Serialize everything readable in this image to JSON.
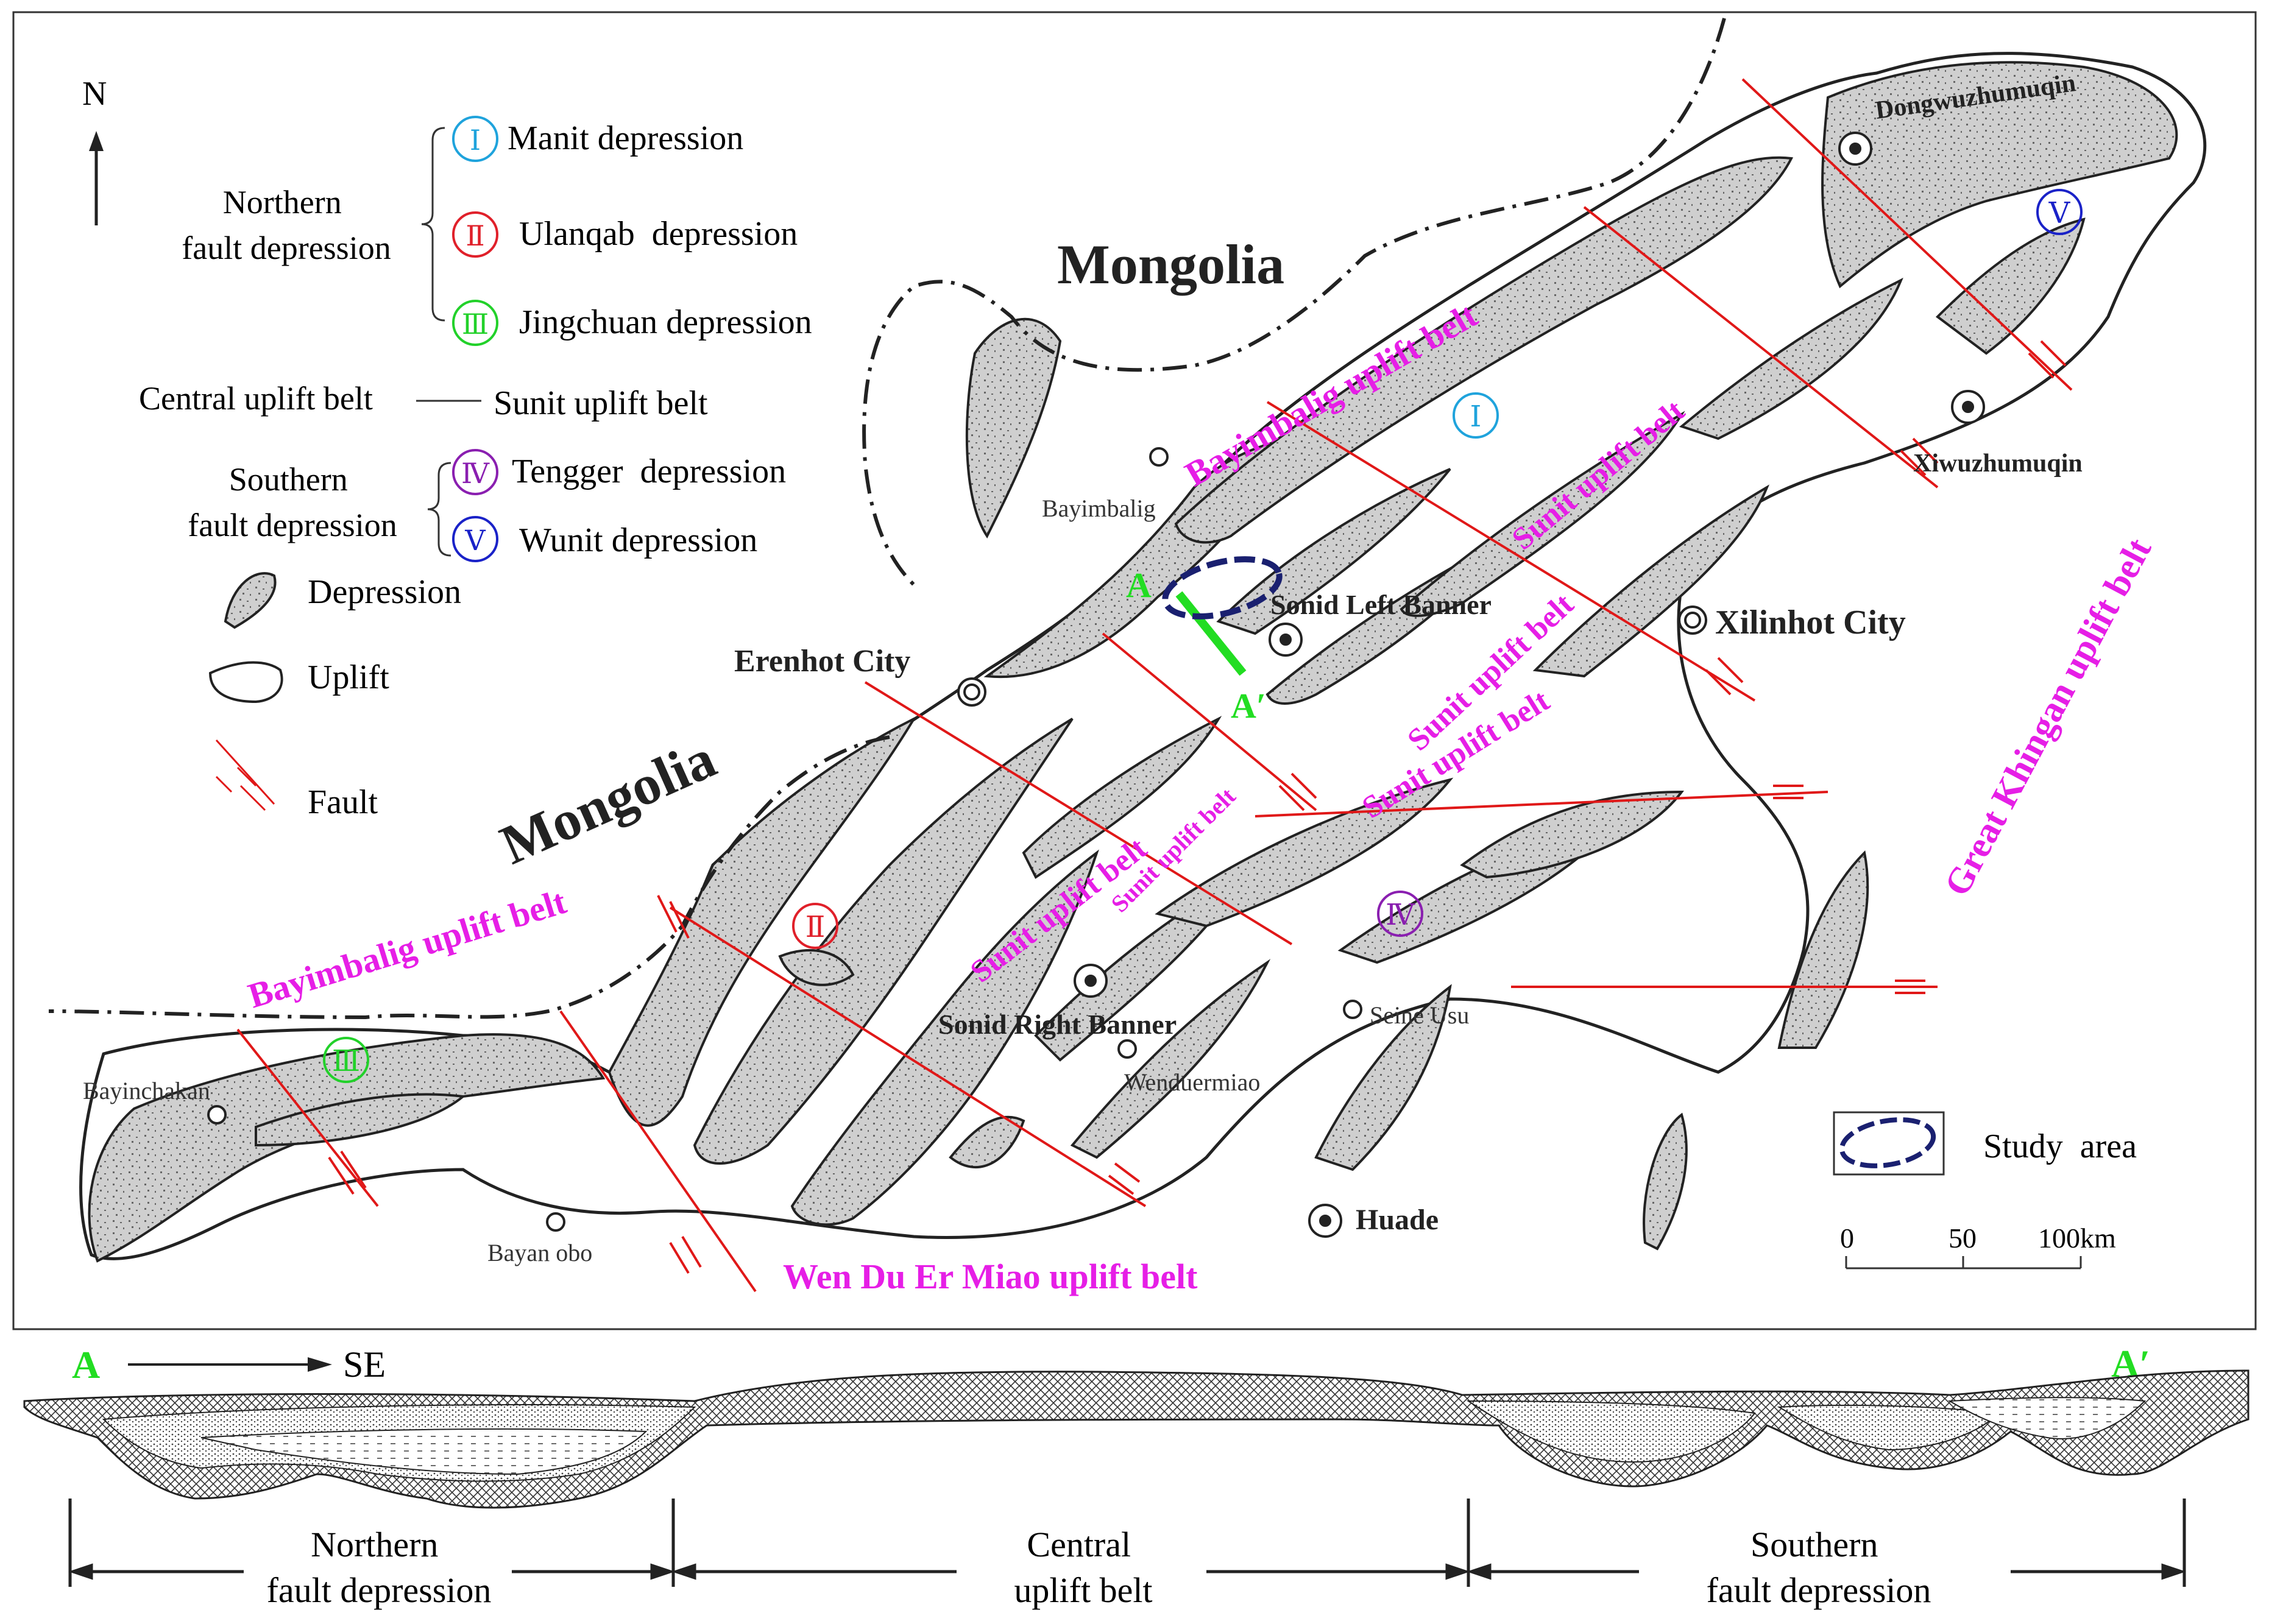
{
  "legend": {
    "north": "N",
    "northern_group": "Northern\nfault depression",
    "central_group": "Central uplift belt",
    "southern_group": "Southern\nfault depression",
    "items": [
      {
        "numeral": "Ⅰ",
        "label": "Manit depression",
        "color": "#1fa3dc"
      },
      {
        "numeral": "Ⅱ",
        "label": "Ulanqab  depression",
        "color": "#e0202a"
      },
      {
        "numeral": "Ⅲ",
        "label": "Jingchuan depression",
        "color": "#22d12a"
      },
      {
        "numeral": "Ⅳ",
        "label": "Tengger  depression",
        "color": "#8a1fb0"
      },
      {
        "numeral": "Ⅴ",
        "label": "Wunit depression",
        "color": "#1a22c8"
      }
    ],
    "central_item": "Sunit uplift belt",
    "depression_label": "Depression",
    "uplift_label": "Uplift",
    "fault_label": "Fault"
  },
  "map": {
    "country_labels": [
      "Mongolia",
      "Mongolia"
    ],
    "cities_bold": [
      "Erenhot City",
      "Sonid Left Banner",
      "Xilinhot City",
      "Sonid Right Banner",
      "Huade",
      "Dongwuzhumuqin",
      "Xiwuzhumuqin"
    ],
    "towns": [
      "Bayimbalig",
      "Bayinchakan",
      "Seine Usu",
      "Wenduermiao",
      "Bayan obo"
    ],
    "belt_labels": [
      "Bayimbalig  uplift  belt",
      "Bayimbalig  uplift  belt",
      "Sunit  uplift  belt",
      "Sunit  uplift  belt",
      "Sunit  uplift  belt",
      "Sunit  uplift  belt",
      "Sunit  uplift  belt",
      "Great  Khingan  uplift  belt",
      "Wen    Du    Er    Miao  uplift  belt"
    ],
    "section_endpoints": [
      "A",
      "A′"
    ],
    "zone_numerals": [
      "Ⅰ",
      "Ⅱ",
      "Ⅲ",
      "Ⅳ",
      "Ⅴ"
    ],
    "study_area_label": "Study  area",
    "scale_ticks": [
      "0",
      "50",
      "100km"
    ],
    "colors": {
      "belt": "#e61ee6",
      "fault": "#e01818",
      "section": "#22dd22",
      "study": "#1a2070"
    }
  },
  "cross_section": {
    "start": "A",
    "end": "A′",
    "direction": "SE",
    "zones": [
      "Northern\nfault depression",
      "Central\nuplift belt",
      "Southern\nfault depression"
    ]
  }
}
